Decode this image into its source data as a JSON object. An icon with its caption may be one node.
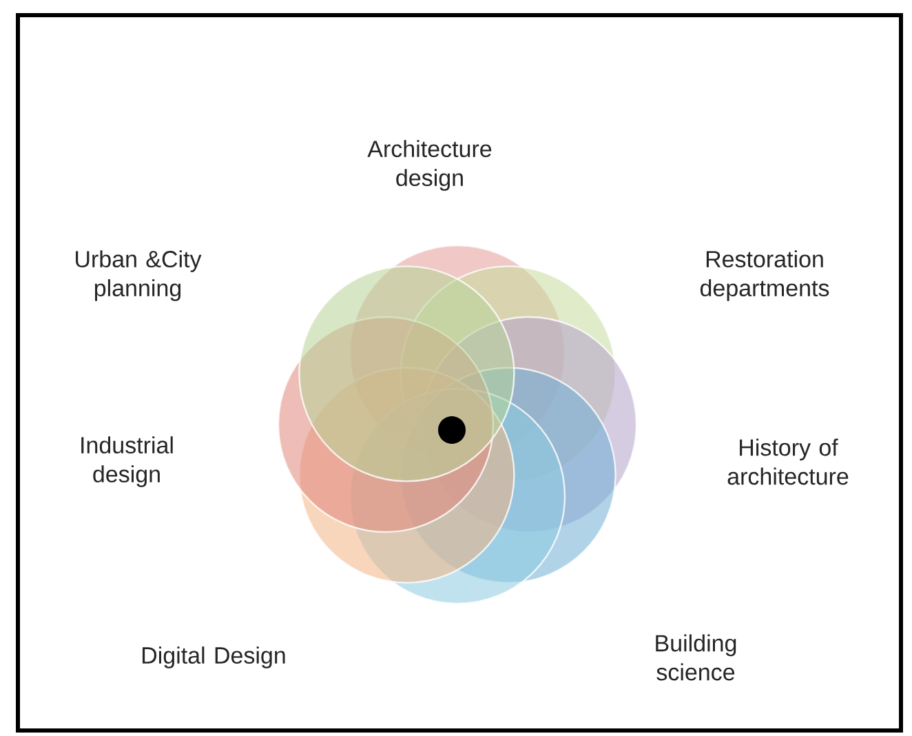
{
  "diagram": {
    "labels": [
      "Architecture design",
      "Urban &City planning",
      "Restoration departments",
      "Industrial design",
      "History of architecture",
      "Digital Design",
      "Building science"
    ]
  }
}
